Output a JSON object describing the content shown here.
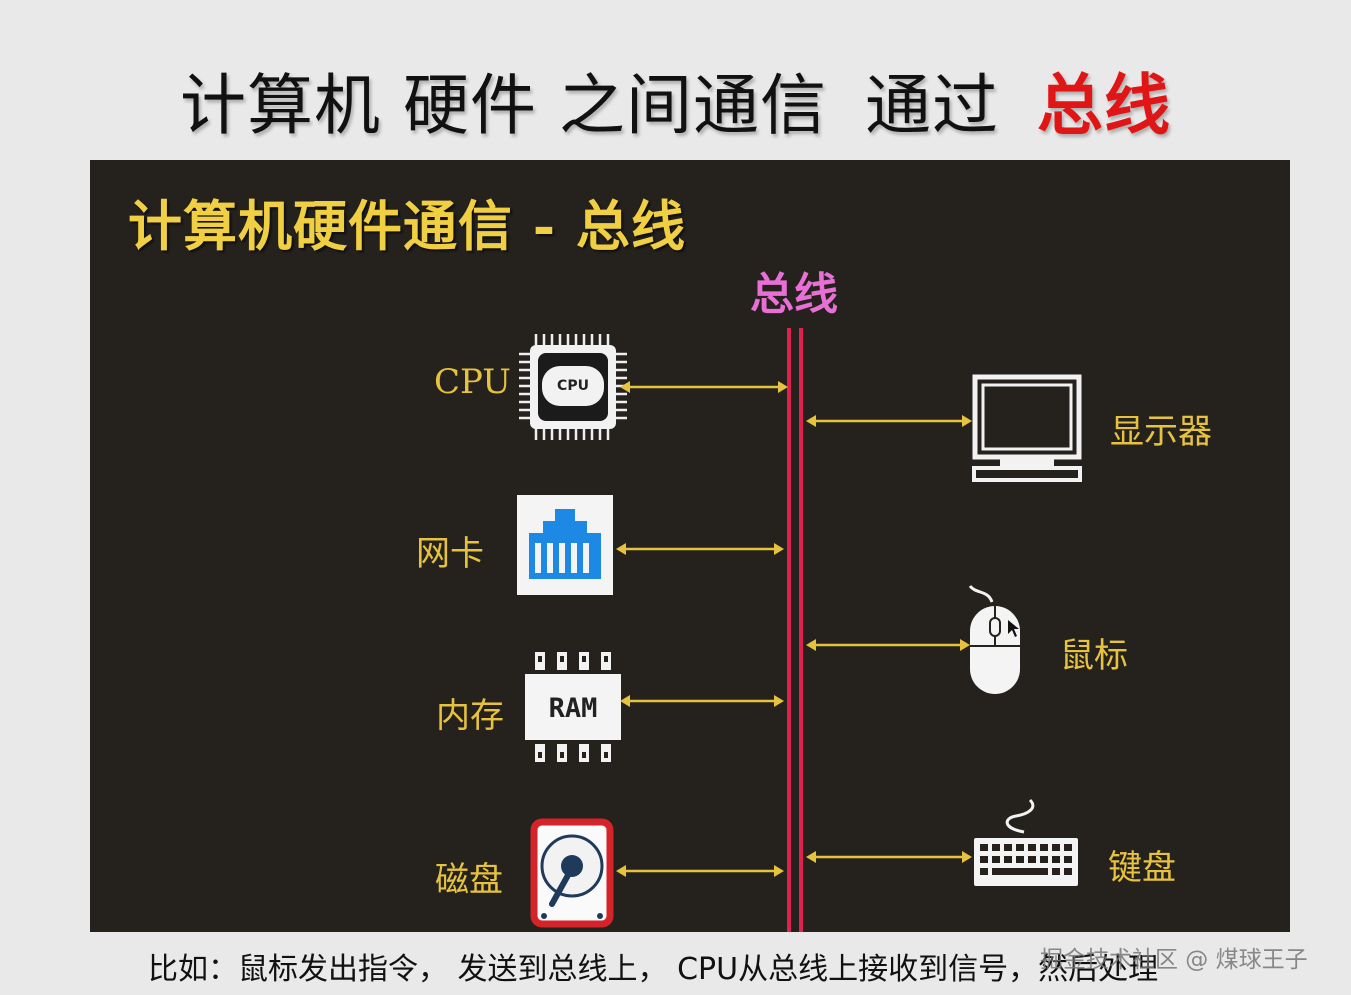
{
  "headline": {
    "part1": "计算机 硬件 之间通信",
    "part2": "通过",
    "highlight": "总线"
  },
  "board": {
    "title": "计算机硬件通信 - 总线",
    "bus_label": "总线"
  },
  "devices_left": [
    {
      "label": "CPU",
      "chip_text": "CPU"
    },
    {
      "label": "网卡"
    },
    {
      "label": "内存",
      "chip_text": "RAM"
    },
    {
      "label": "磁盘"
    }
  ],
  "devices_right": [
    {
      "label": "显示器"
    },
    {
      "label": "鼠标"
    },
    {
      "label": "键盘"
    }
  ],
  "caption": "比如：鼠标发出指令， 发送到总线上， CPU从总线上接收到信号，然后处理",
  "watermark": "掘金技术社区 @ 煤球王子",
  "colors": {
    "board_bg": "#25221e",
    "title": "#f1cf42",
    "bus_label": "#e86fd6",
    "bus_line": "#e2204d",
    "arrow": "#e6c23e",
    "highlight": "#e01515"
  }
}
